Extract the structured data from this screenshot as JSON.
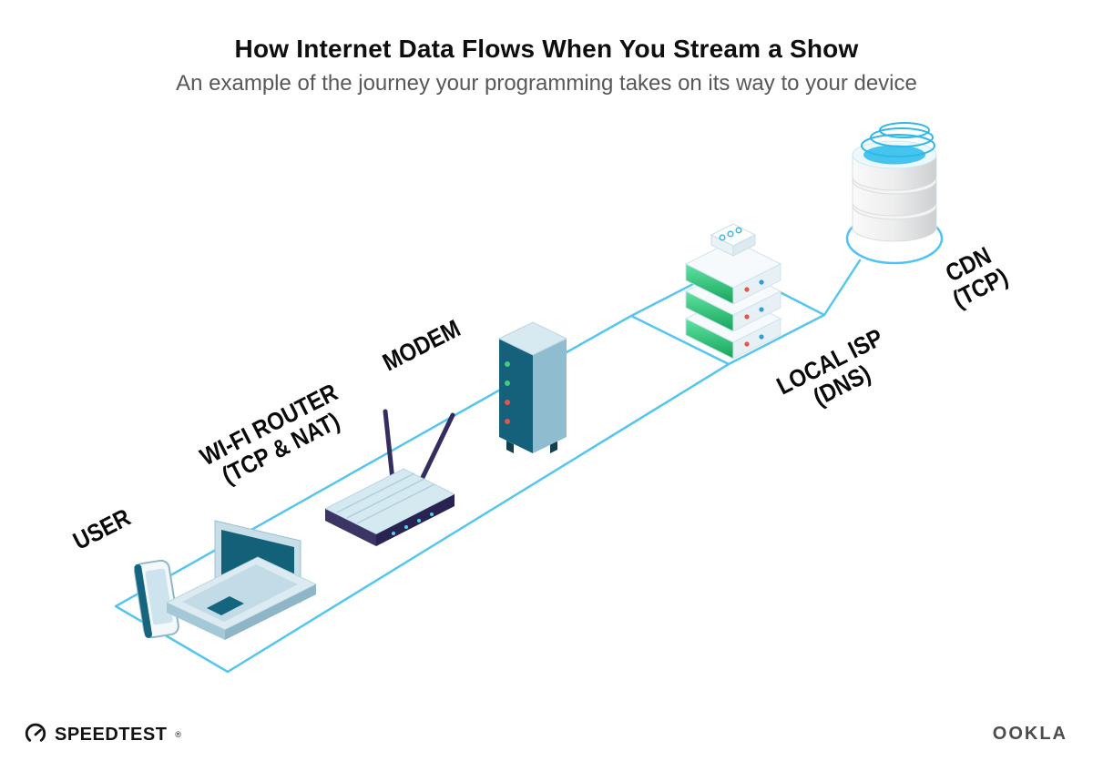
{
  "header": {
    "title": "How Internet Data Flows When You Stream a Show",
    "subtitle": "An example of the journey your programming takes on its way to your device"
  },
  "nodes": {
    "user": {
      "label": "USER"
    },
    "wifi_router": {
      "label": "WI-FI ROUTER",
      "sublabel": "(TCP & NAT)"
    },
    "modem": {
      "label": "MODEM"
    },
    "local_isp": {
      "label": "LOCAL ISP",
      "sublabel": "(DNS)"
    },
    "cdn": {
      "label": "CDN",
      "sublabel": "(TCP)"
    }
  },
  "footer": {
    "speedtest_label": "SPEEDTEST",
    "registered_mark": "®",
    "ookla_label": "OOKLA"
  },
  "colors": {
    "flow_line": "#55C6EE",
    "device_teal_dark": "#15607A",
    "device_teal_light": "#D7EAF2",
    "router_navy": "#332E5E",
    "server_green": "#2ECC71",
    "cdn_cyan": "#45C4EE",
    "led_green": "#42CC7E",
    "led_red": "#E2574C",
    "dot_blue": "#2D9CDB"
  }
}
